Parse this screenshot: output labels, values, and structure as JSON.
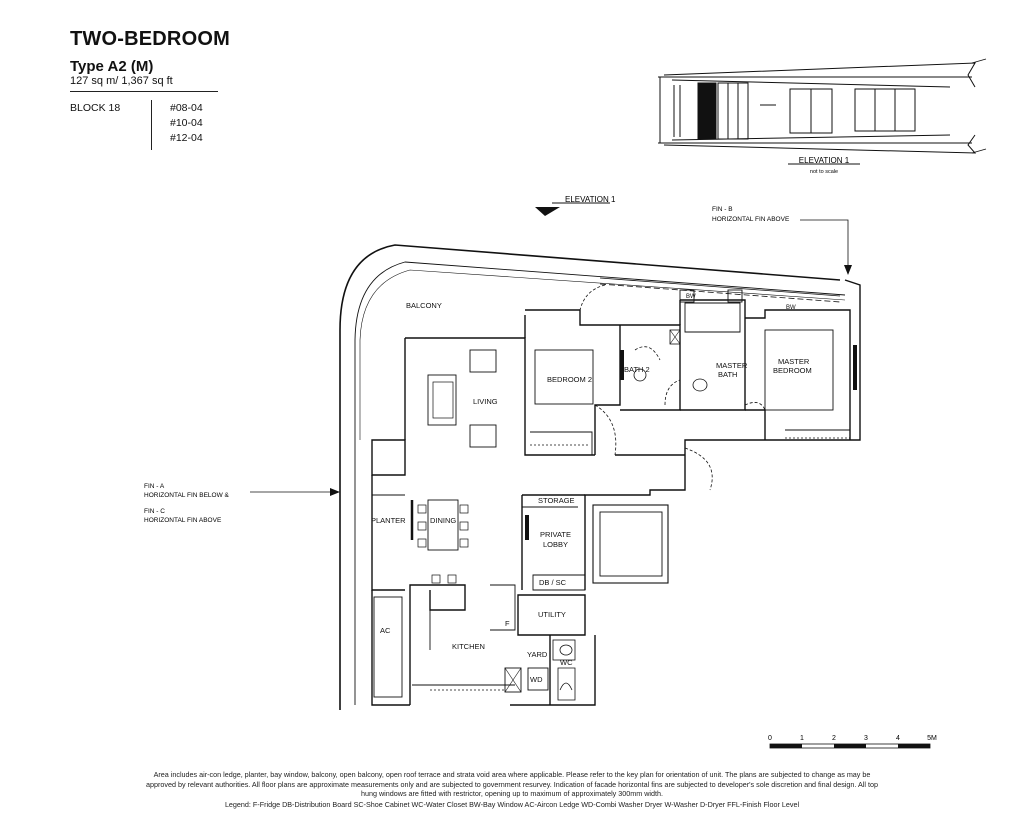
{
  "header": {
    "title": "TWO-BEDROOM",
    "type": "Type A2 (M)",
    "area": "127 sq m/ 1,367 sq ft",
    "block": "BLOCK 18",
    "units": [
      "#08-04",
      "#10-04",
      "#12-04"
    ]
  },
  "elevation": {
    "title": "ELEVATION 1",
    "note": "not to scale"
  },
  "plan": {
    "elevation_marker": "ELEVATION 1",
    "fin_b": [
      "FIN - B",
      "HORIZONTAL FIN ABOVE"
    ],
    "fin_a": [
      "FIN - A",
      "HORIZONTAL FIN BELOW &",
      "FIN - C",
      "HORIZONTAL FIN ABOVE"
    ],
    "rooms": {
      "balcony": "BALCONY",
      "living": "LIVING",
      "bedroom2": "BEDROOM 2",
      "bath2": "BATH 2",
      "master_bath": [
        "MASTER",
        "BATH"
      ],
      "master_bedroom": [
        "MASTER",
        "BEDROOM"
      ],
      "planter": "PLANTER",
      "dining": "DINING",
      "storage": "STORAGE",
      "private_lobby": [
        "PRIVATE",
        "LOBBY"
      ],
      "db_sc": "DB / SC",
      "utility": "UTILITY",
      "ac": "AC",
      "kitchen": "KITCHEN",
      "yard": "YARD",
      "wc": "WC",
      "wd": "WD",
      "fridge": "F",
      "bw1": "BW",
      "bw2": "BW"
    }
  },
  "scale": {
    "ticks": [
      "0",
      "1",
      "2",
      "3",
      "4",
      "5M"
    ]
  },
  "footer": {
    "line1": "Area includes air-con ledge, planter, bay window, balcony, open balcony, open roof terrace and strata void area where applicable.  Please refer to the key plan for orientation of unit.  The plans are subjected to change as may be",
    "line2": "approved by relevant authorities.  All floor plans are approximate measurements only and are subjected to government resurvey. Indication of facade horizontal fins are subjected to developer's sole discretion and final design. All top",
    "line3": "hung windows are fitted with restrictor, opening up to maximum of approximately 300mm width.",
    "legend": "Legend:   F-Fridge   DB-Distribution Board   SC-Shoe Cabinet   WC-Water Closet   BW-Bay Window   AC-Aircon Ledge   WD-Combi Washer Dryer   W-Washer   D-Dryer   FFL-Finish Floor Level"
  }
}
